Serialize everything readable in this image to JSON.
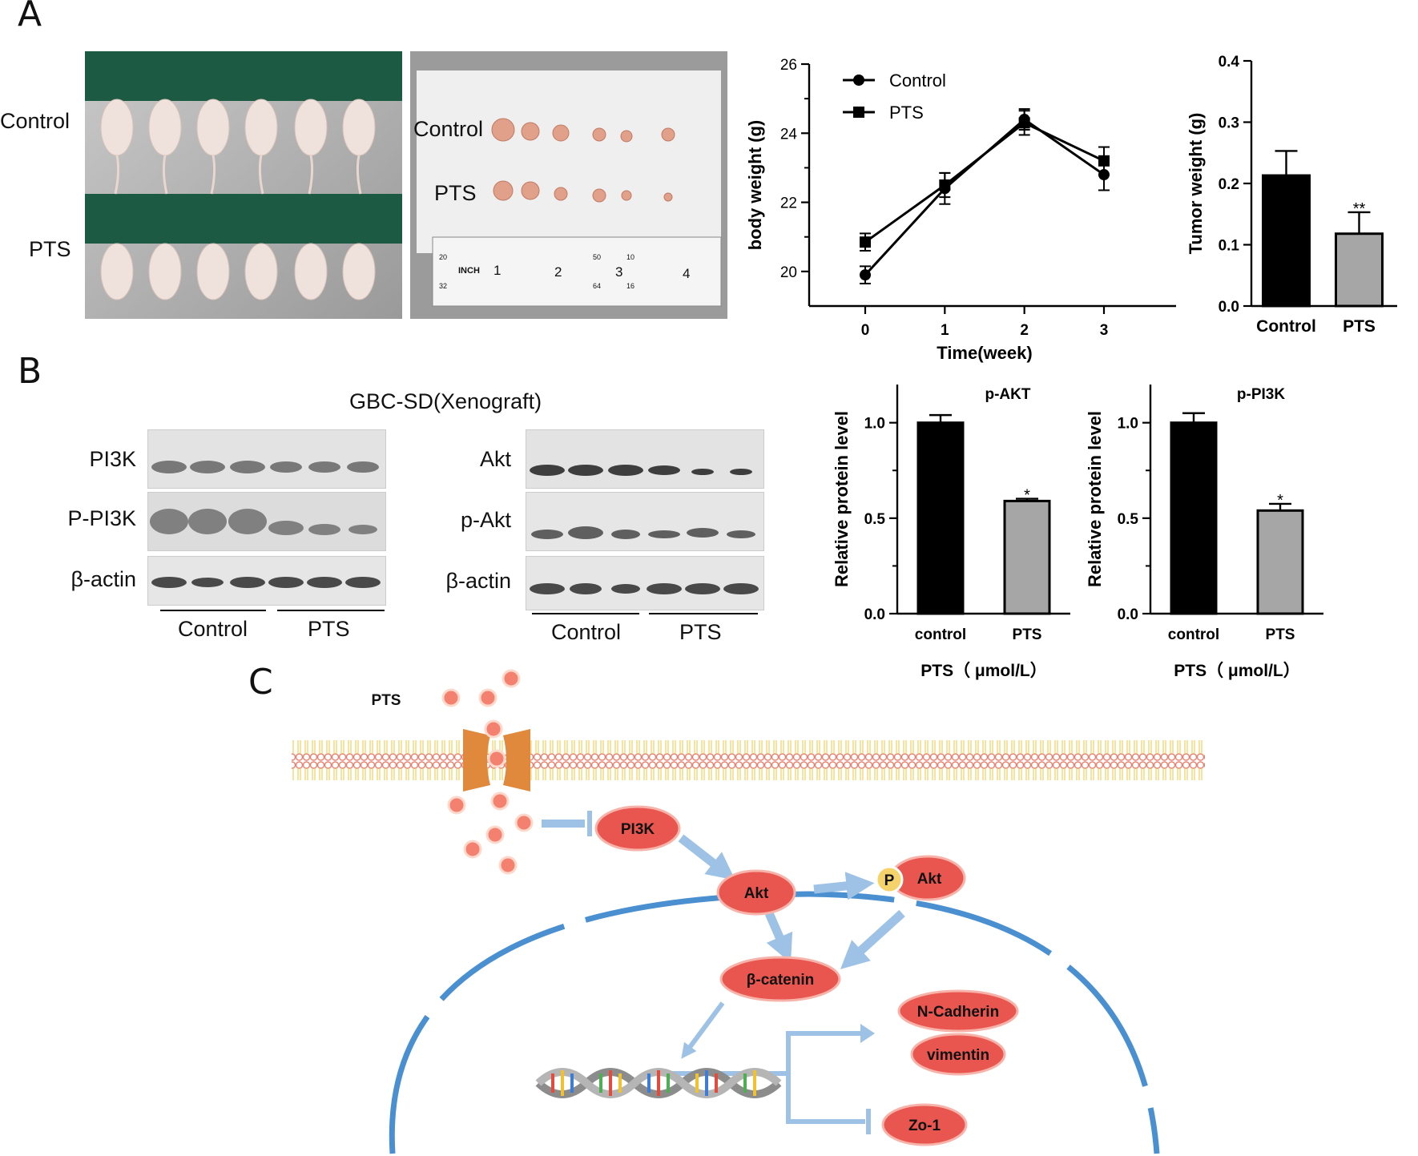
{
  "panels": {
    "a": "A",
    "b": "B",
    "c": "C"
  },
  "panel_a": {
    "mice_labels": [
      "Control",
      "PTS"
    ],
    "tumor_labels": [
      "Control",
      "PTS"
    ],
    "ruler": {
      "unit": "INCH",
      "numbers": [
        "1",
        "2",
        "3",
        "4"
      ],
      "small_top": [
        "20",
        "50",
        "10"
      ],
      "small_bottom": [
        "32",
        "64",
        "16"
      ]
    }
  },
  "panel_b": {
    "title": "GBC-SD(Xenograft)",
    "left_blot": {
      "rows": [
        "PI3K",
        "P-PI3K",
        "β-actin"
      ],
      "groups": [
        "Control",
        "PTS"
      ]
    },
    "right_blot": {
      "rows": [
        "Akt",
        "p-Akt",
        "β-actin"
      ],
      "groups": [
        "Control",
        "PTS"
      ]
    }
  },
  "chart_data": [
    {
      "id": "body-weight",
      "type": "line",
      "title": "",
      "xlabel": "Time(week)",
      "ylabel": "body weight (g)",
      "x": [
        0,
        1,
        2,
        3
      ],
      "xticks": [
        "0",
        "1",
        "2",
        "3"
      ],
      "ylim": [
        19,
        26
      ],
      "yticks": [
        "20",
        "22",
        "24",
        "26"
      ],
      "legend": "top-left",
      "series": [
        {
          "name": "Control",
          "marker": "circle",
          "values": [
            19.9,
            22.4,
            24.4,
            22.8
          ],
          "errors": [
            0.25,
            0.45,
            0.3,
            0.45
          ]
        },
        {
          "name": "PTS",
          "marker": "square",
          "values": [
            20.85,
            22.5,
            24.3,
            23.2
          ],
          "errors": [
            0.25,
            0.35,
            0.35,
            0.4
          ]
        }
      ]
    },
    {
      "id": "tumor-weight",
      "type": "bar",
      "title": "",
      "xlabel": "",
      "ylabel": "Tumor weight (g)",
      "categories": [
        "Control",
        "PTS"
      ],
      "values": [
        0.213,
        0.118
      ],
      "errors": [
        0.04,
        0.035
      ],
      "significance": [
        "",
        "**"
      ],
      "bar_colors": [
        "#000000",
        "#a6a6a6"
      ],
      "ylim": [
        0,
        0.4
      ],
      "yticks": [
        "0.0",
        "0.1",
        "0.2",
        "0.3",
        "0.4"
      ]
    },
    {
      "id": "p-akt",
      "type": "bar",
      "title": "p-AKT",
      "xlabel": "PTS（ μmol/L）",
      "ylabel": "Relative protein level",
      "categories": [
        "control",
        "PTS"
      ],
      "values": [
        1.0,
        0.59
      ],
      "errors": [
        0.04,
        0.012
      ],
      "significance": [
        "",
        "*"
      ],
      "bar_colors": [
        "#000000",
        "#a6a6a6"
      ],
      "ylim": [
        0,
        1.2
      ],
      "yticks": [
        "0.0",
        "0.5",
        "1.0"
      ]
    },
    {
      "id": "p-pi3k",
      "type": "bar",
      "title": "p-PI3K",
      "xlabel": "PTS（ μmol/L）",
      "ylabel": "Relative protein level",
      "categories": [
        "control",
        "PTS"
      ],
      "values": [
        1.0,
        0.54
      ],
      "errors": [
        0.05,
        0.035
      ],
      "significance": [
        "",
        "*"
      ],
      "bar_colors": [
        "#000000",
        "#a6a6a6"
      ],
      "ylim": [
        0,
        1.2
      ],
      "yticks": [
        "0.0",
        "0.5",
        "1.0"
      ]
    }
  ],
  "panel_c": {
    "drug_label": "PTS",
    "nodes": {
      "pi3k": "PI3K",
      "akt": "Akt",
      "p": "P",
      "pakt": "Akt",
      "bcatenin": "β-catenin",
      "ncad": "N-Cadherin",
      "vim": "vimentin",
      "zo1": "Zo-1"
    },
    "colors": {
      "protein": "#e8564f",
      "drug": "#f4816f",
      "arrow": "#9ec2e6",
      "nucleus": "#4a8fd0",
      "channel": "#e0893c",
      "phospho": "#f6d36a"
    }
  }
}
